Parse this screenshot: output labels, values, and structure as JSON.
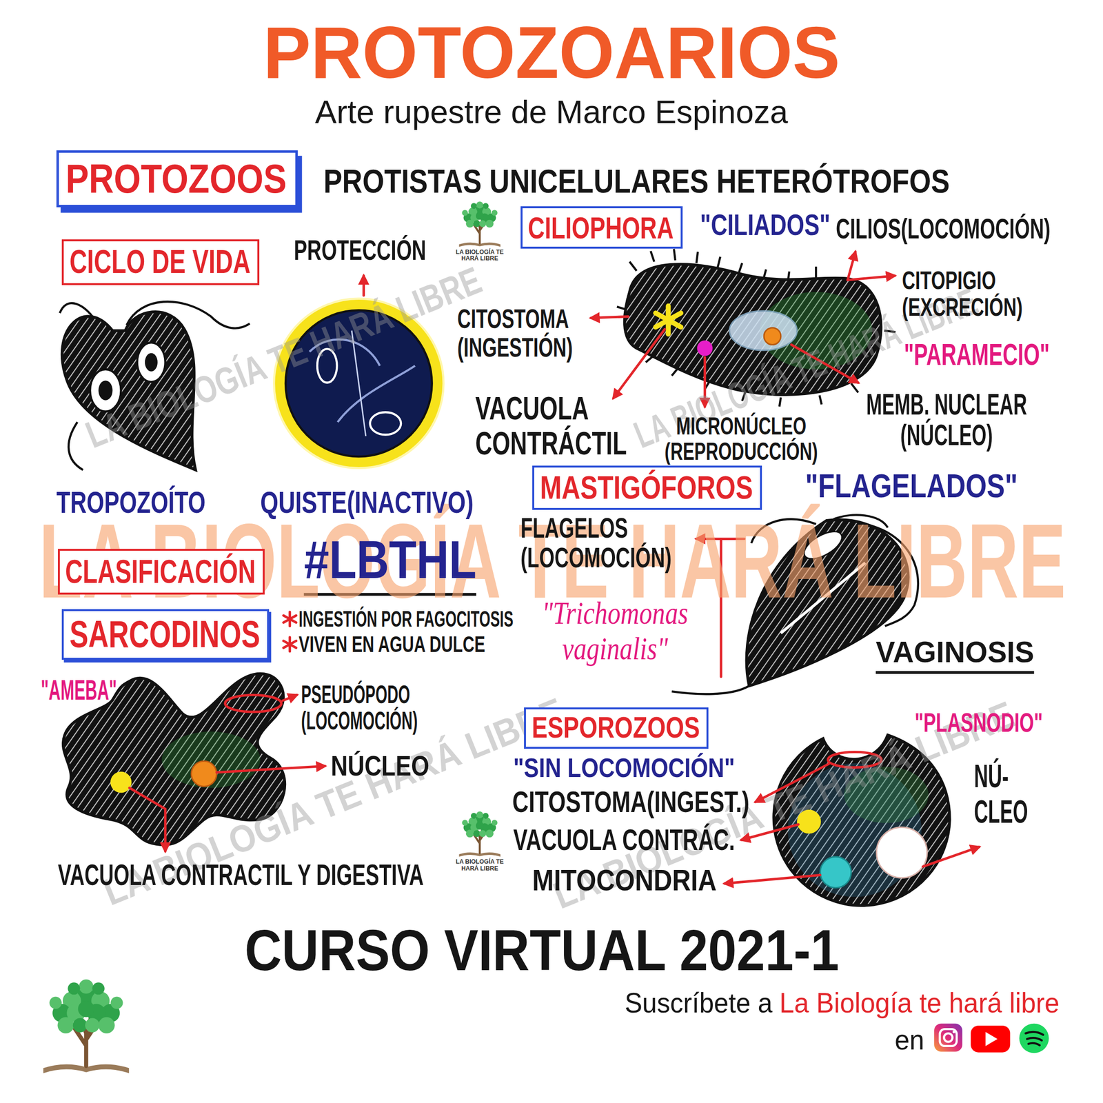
{
  "diagram": {
    "title": "PROTOZOARIOS",
    "nodes": [
      {
        "text": [
          "PROTOZOOS"
        ]
      },
      {
        "text": [
          "CILIOPHORA"
        ]
      },
      {
        "text": [
          "CICLO DE VIDA"
        ]
      },
      {
        "text": [
          "MASTIGÓFOROS"
        ]
      },
      {
        "text": [
          "CLASIFICACIÓN"
        ]
      },
      {
        "text": [
          "SARCODINOS"
        ]
      },
      {
        "text": [
          "ESPOROZOOS"
        ]
      }
    ],
    "labels": [
      "LA BIOLOGÍA TE HARÁ LIBRE",
      "LA BIOLOGÍA TE HARÁ LIBRE",
      "LA BIOLOGÍA TE HARÁ LIBRE",
      "LA BIOLOGÍA TE HARÁ LIBRE",
      "LA BIOLOGÍA TE HARÁ LIBRE",
      "Arte rupestre de Marco Espinoza",
      "PROTISTAS UNICELULARES HETERÓTROFOS",
      "\"CILIADOS\"",
      "CILIOS(LOCOMOCIÓN)",
      "PROTECCIÓN",
      "LA BIOLOGÍA TE HARÁ LIBRE",
      "CITOPIGIO (EXCRECIÓN)",
      "CITOSTOMA (INGESTIÓN)",
      "\"PARAMECIO\"",
      "VACUOLA CONTRÁCTIL",
      "MICRONÚCLEO (REPRODUCCIÓN)",
      "MEMB. NUCLEAR (NÚCLEO)",
      "TROPOZOÍTO",
      "QUISTE(INACTIVO)",
      "\"FLAGELADOS\"",
      "FLAGELOS (LOCOMOCIÓN)",
      "#LBTHL",
      "INGESTIÓN POR FAGOCITOSIS",
      "\"Trichomonas vaginalis\"",
      "VIVEN EN AGUA DULCE",
      "VAGINOSIS",
      "\"AMEBA\"",
      "PSEUDÓPODO (LOCOMOCIÓN)",
      "\"PLASNODIO\"",
      "NÚCLEO",
      "\"SIN LOCOMOCIÓN\"",
      "NÚ- CLEO",
      "CITOSTOMA(INGEST.)",
      "LA BIOLOGÍA TE HARÁ LIBRE",
      "VACUOLA CONTRÁC.",
      "VACUOLA CONTRACTIL Y DIGESTIVA",
      "MITOCONDRIA",
      "CURSO VIRTUAL 2021-1",
      "Suscríbete a",
      "La Biología te hará libre",
      "en"
    ]
  }
}
